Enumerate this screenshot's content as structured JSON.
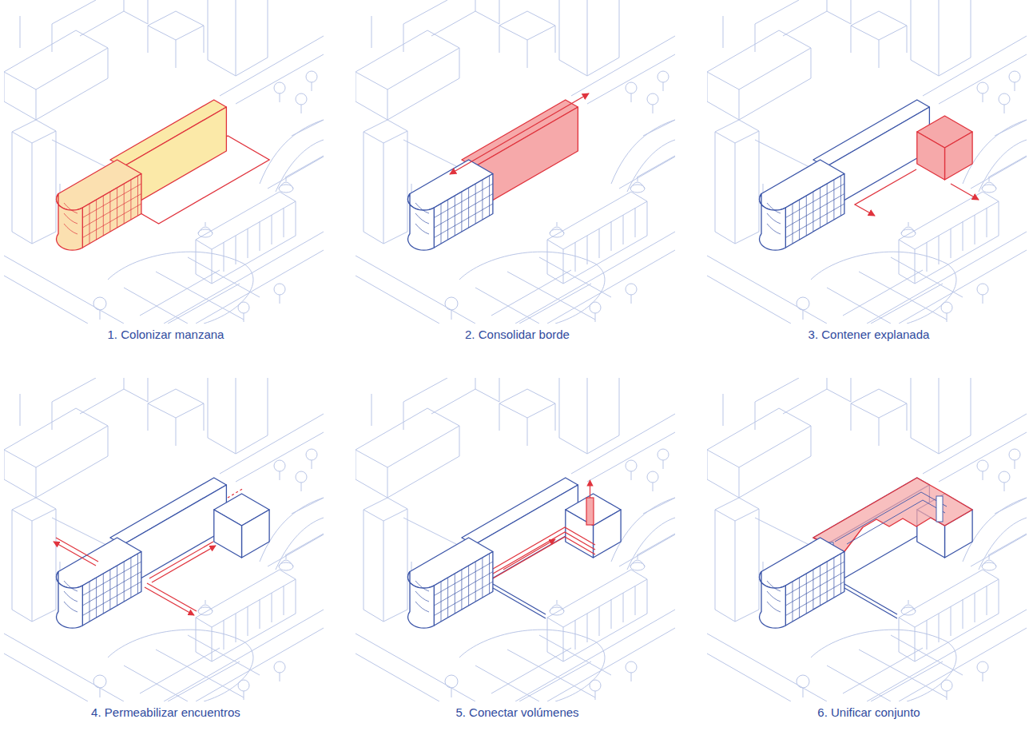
{
  "diagram": {
    "labels": [
      "1. Colonizar manzana",
      "2. Consolidar borde",
      "3. Contener explanada",
      "4. Permeabilizar encuentros",
      "5. Conectar volúmenes",
      "6. Unificar conjunto"
    ]
  }
}
